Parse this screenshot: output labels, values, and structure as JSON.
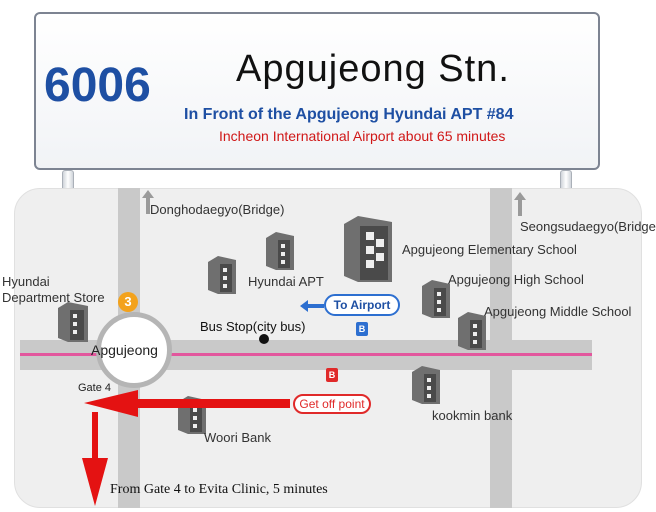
{
  "sign": {
    "route_number": "6006",
    "station": "Apgujeong  Stn.",
    "location": "In Front of the Apgujeong Hyundai APT #84",
    "airport_time": "Incheon International Airport about 65 minutes"
  },
  "labels": {
    "donghodaegyo": "Donghodaegyo(Bridge)",
    "seongsudaegyo": "Seongsudaegyo(Bridge)",
    "hyundai_store_line1": "Hyundai",
    "hyundai_store_line2": "Department Store",
    "hyundai_apt": "Hyundai APT",
    "elementary": "Apgujeong Elementary School",
    "high": "Apgujeong High School",
    "middle": "Apgujeong Middle School",
    "bus_stop": "Bus Stop(city bus)",
    "station_circle": "Apgujeong",
    "line_badge": "3",
    "gate": "Gate 4",
    "woori": "Woori Bank",
    "kookmin": "kookmin bank",
    "to_airport": "To Airport",
    "get_off": "Get off point",
    "bus_icon": "B",
    "directions": "From Gate 4 to Evita Clinic, 5 minutes"
  },
  "icons": {
    "building": "building-icon",
    "bus_stop": "bus-stop-icon",
    "arrow": "arrow-icon"
  },
  "colors": {
    "route_blue": "#1e4fa3",
    "accent_red": "#e02a2a",
    "subway_line": "#e2579d",
    "line3_orange": "#f3a21c"
  }
}
